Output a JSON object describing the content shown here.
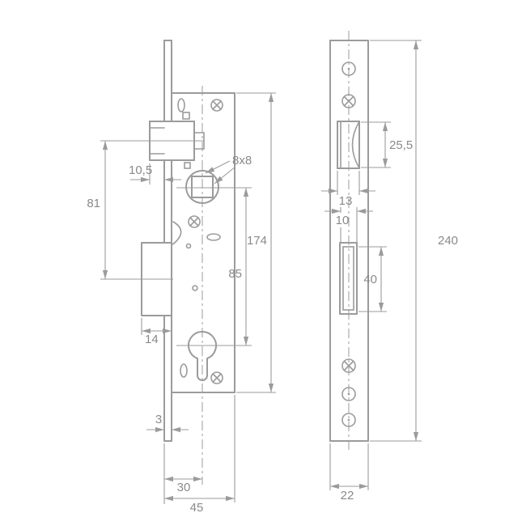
{
  "theme": {
    "background": "#ffffff",
    "line_color": "#9b9b9b",
    "text_color": "#8a8a8a"
  },
  "drawing": {
    "type": "technical-drawing",
    "subject": "mortise lock case and faceplate with dimensions (mm)",
    "side_view": {
      "dims": {
        "latch_protrusion": "10,5",
        "latch_to_deadbolt_axis": "81",
        "spindle_square": "8x8",
        "case_height": "174",
        "spindle_to_cylinder_axis": "85",
        "deadbolt_block_width": "14",
        "faceplate_thickness": "3",
        "backset": "30",
        "case_depth": "45"
      }
    },
    "front_view": {
      "dims": {
        "latch_cutout_height": "25,5",
        "latch_cutout_width": "13",
        "lower_cutout_width": "10",
        "lower_cutout_height": "40",
        "faceplate_length": "240",
        "faceplate_width": "22"
      }
    }
  }
}
